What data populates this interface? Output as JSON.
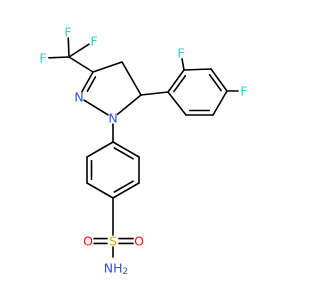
{
  "colors": {
    "bond": "#000000",
    "F": "#33CCCC",
    "N": "#3050F8",
    "O": "#FF0D0D",
    "S": "#CCB200",
    "C": "#000000"
  },
  "atoms": [
    {
      "id": "F-cf3-1",
      "label": "F",
      "element": "F"
    },
    {
      "id": "F-cf3-2",
      "label": "F",
      "element": "F"
    },
    {
      "id": "F-cf3-3",
      "label": "F",
      "element": "F"
    },
    {
      "id": "F-ortho",
      "label": "F",
      "element": "F"
    },
    {
      "id": "F-para",
      "label": "F",
      "element": "F"
    },
    {
      "id": "N-imine",
      "label": "N",
      "element": "N"
    },
    {
      "id": "N-ring",
      "label": "N",
      "element": "N"
    },
    {
      "id": "S-sulfonyl",
      "label": "S",
      "element": "S"
    },
    {
      "id": "O-sulfonyl-left",
      "label": "O",
      "element": "O"
    },
    {
      "id": "O-sulfonyl-right",
      "label": "O",
      "element": "O"
    },
    {
      "id": "N-amide",
      "label": "NH",
      "sub": "2",
      "element": "N"
    }
  ]
}
